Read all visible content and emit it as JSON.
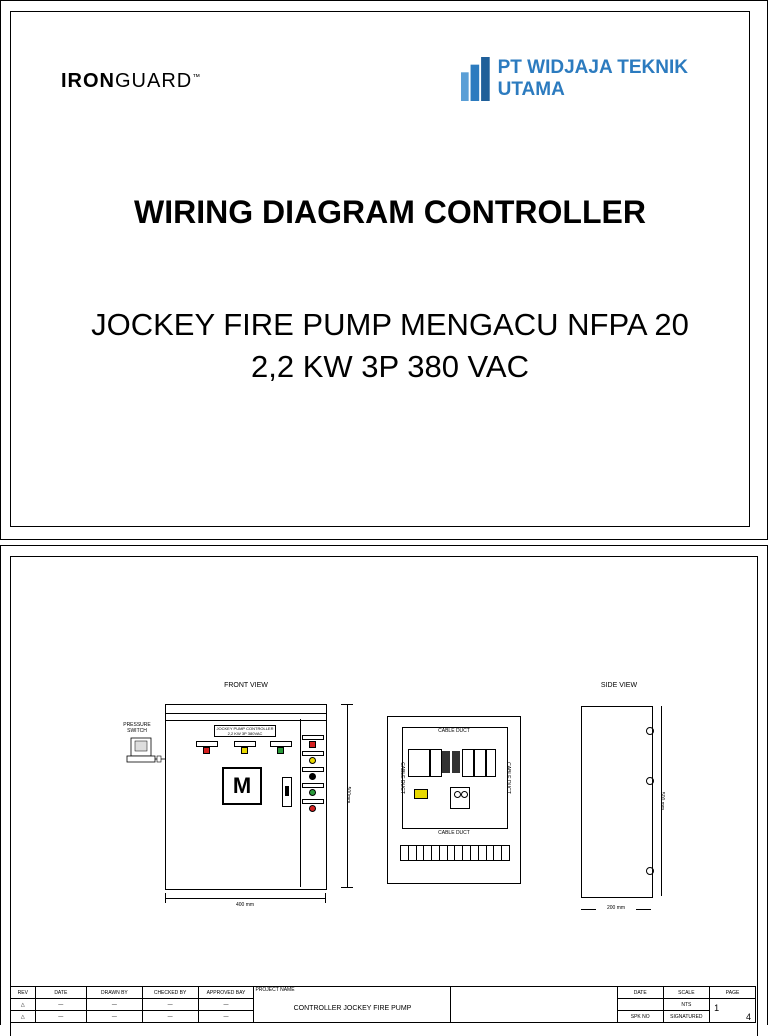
{
  "cover": {
    "logo_left_bold": "IRON",
    "logo_left_light": "GUARD",
    "logo_left_tm": "™",
    "logo_right_text": "PT WIDJAJA TEKNIK UTAMA",
    "title": "WIRING DIAGRAM CONTROLLER",
    "subtitle_line1": "JOCKEY FIRE PUMP MENGACU NFPA 20",
    "subtitle_line2": "2,2 KW 3P 380 VAC"
  },
  "drawing": {
    "front_view_label": "FRONT VIEW",
    "side_view_label": "SIDE VIEW",
    "pressure_switch_label": "PRESSURE SWITCH",
    "nameplate_text": "JOCKEY PUMP CONTROLLER 2,2 KW 3P 380VAC",
    "motor_label": "M",
    "width_dim": "400  mm",
    "height_dim": "500mm",
    "side_height_dim": "500 mm",
    "depth_dim": "200 mm",
    "cable_duct_top": "CABLE DUCT",
    "cable_duct_bottom": "CABLE DUCT",
    "cable_duct_left": "CABLE DUCT",
    "cable_duct_right": "CABLE DUCT"
  },
  "title_block": {
    "headers": [
      "REV",
      "DATE",
      "DRAWN BY",
      "CHECKED BY",
      "APPROVED BAY"
    ],
    "project_name_label": "PROJECT NAME",
    "project_name": "CONTROLLER JOCKEY FIRE PUMP",
    "date_label": "DATE",
    "scale_label": "SCALE",
    "page_label": "PAGE",
    "scale_value": "NTS",
    "spk_label": "SPK NO",
    "signatured_label": "SIGNATURED",
    "page_current": "1",
    "page_total": "4",
    "dash": "—"
  },
  "colors": {
    "brand_blue": "#2c7bbf",
    "lamp_red": "#d42020",
    "lamp_yellow": "#e8d800",
    "lamp_green": "#2a9a3a"
  }
}
